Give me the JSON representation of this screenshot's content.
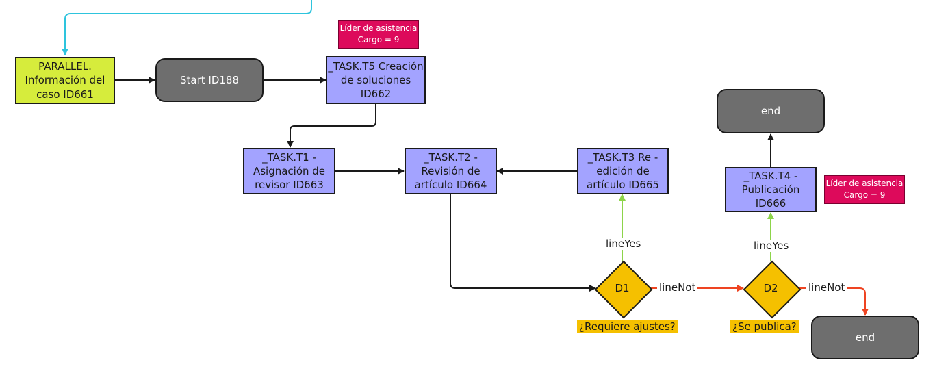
{
  "nodes": {
    "parallel": "PARALLEL.\nInformación del\ncaso ID661",
    "start": "Start ID188",
    "t5": "_TASK.T5 Creación\nde soluciones\nID662",
    "t1": "_TASK.T1 -\nAsignación de\nrevisor ID663",
    "t2": "_TASK.T2 -\nRevisión de\nartículo ID664",
    "t3": "_TASK.T3 Re -\nedición de\nartículo ID665",
    "t4": "_TASK.T4 -\nPublicación ID666",
    "end_top": "end",
    "end_bottom": "end"
  },
  "roles": {
    "t5_role": "Líder de asistencia\nCargo = 9",
    "t4_role": "Líder de asistencia\nCargo = 9"
  },
  "decisions": {
    "d1": {
      "label": "D1",
      "question": "¿Requiere ajustes?"
    },
    "d2": {
      "label": "D2",
      "question": "¿Se publica?"
    }
  },
  "edge_labels": {
    "d1_yes": "lineYes",
    "d1_no": "lineNot",
    "d2_yes": "lineYes",
    "d2_no": "lineNot"
  },
  "colors": {
    "task": "#a3a3ff",
    "parallel": "#d6ec3c",
    "terminal": "#6e6e6e",
    "decision": "#f5c000",
    "role": "#dd0a5b",
    "line_default": "#1a1a1a",
    "line_yes": "#8dd44a",
    "line_no": "#ee4422",
    "line_incoming": "#2ec4dd"
  }
}
